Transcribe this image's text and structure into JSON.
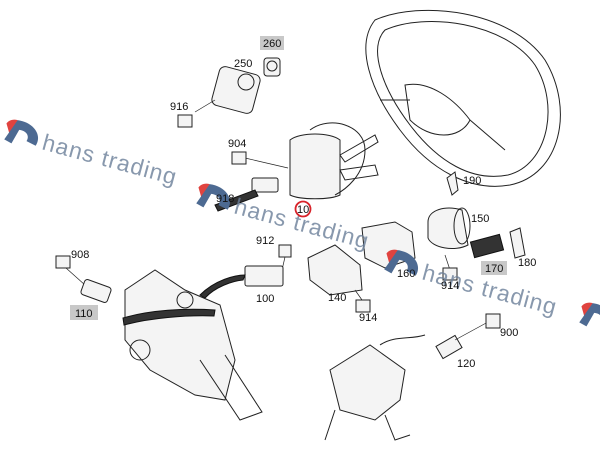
{
  "watermark": {
    "text": "hans trading",
    "colors": {
      "text": "#6b7f99",
      "logo_red": "#e0433f",
      "logo_blue": "#4d6a92"
    }
  },
  "highlight_color": "#d8232a",
  "labels": {
    "p260": "260",
    "p250": "250",
    "p916": "916",
    "p904": "904",
    "p918": "918",
    "p10": "10",
    "p190": "190",
    "p150": "150",
    "p912": "912",
    "p908": "908",
    "p160": "160",
    "p914a": "914",
    "p170": "170",
    "p180": "180",
    "p100": "100",
    "p140": "140",
    "p110": "110",
    "p914b": "914",
    "p900": "900",
    "p120": "120"
  }
}
